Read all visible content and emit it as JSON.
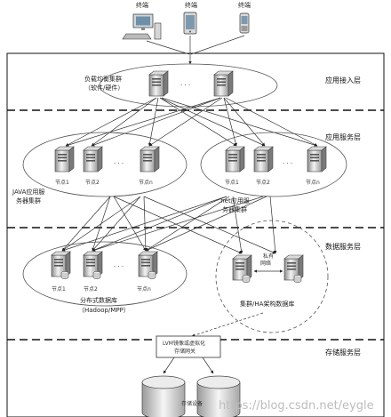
{
  "terminals": [
    "终端",
    "终端",
    "终端"
  ],
  "layers": [
    "应用接入层",
    "应用服务层",
    "数据服务层",
    "存储服务层"
  ],
  "load_balancer": {
    "line1": "负载均衡集群",
    "line2": "（软件/硬件）"
  },
  "java_cluster": {
    "nodes": [
      "节点1",
      "节点2",
      "节点n"
    ],
    "line1": "JAVA应用服",
    "line2": "务器集群"
  },
  "net_cluster": {
    "nodes": [
      "节点1",
      "节点2",
      "节点n"
    ],
    "line1": ".net应用服",
    "line2": "务器集群"
  },
  "dist_db": {
    "nodes": [
      "节点1",
      "节点2",
      "节点n"
    ],
    "line1": "分布式数据库",
    "line2": "（Hadoop/MPP）"
  },
  "ha_db": {
    "label": "集群/HA架构数据库",
    "net_line1": "私有",
    "net_line2": "网络"
  },
  "lvm_gateway": {
    "line1": "LVM镜像或虚拟化",
    "line2": "存储网关"
  },
  "storage": {
    "label": "存储设备"
  },
  "ellipsis": "· · ·",
  "watermark": "https://blog.csdn.net/eygle"
}
